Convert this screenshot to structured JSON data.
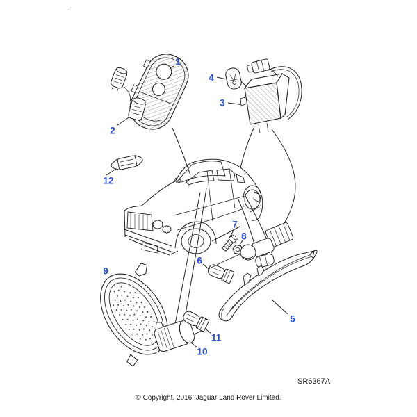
{
  "diagram": {
    "code": "SR6367A",
    "copyright": "© Copyright, 2016. Jaguar Land Rover Limited.",
    "accent_color": "#2b4fd7",
    "line_color": "#222222",
    "background_color": "#ffffff",
    "callouts": [
      {
        "number": "1"
      },
      {
        "number": "2"
      },
      {
        "number": "3"
      },
      {
        "number": "4"
      },
      {
        "number": "5"
      },
      {
        "number": "6"
      },
      {
        "number": "7"
      },
      {
        "number": "8"
      },
      {
        "number": "9"
      },
      {
        "number": "10"
      },
      {
        "number": "11"
      },
      {
        "number": "12"
      }
    ]
  }
}
